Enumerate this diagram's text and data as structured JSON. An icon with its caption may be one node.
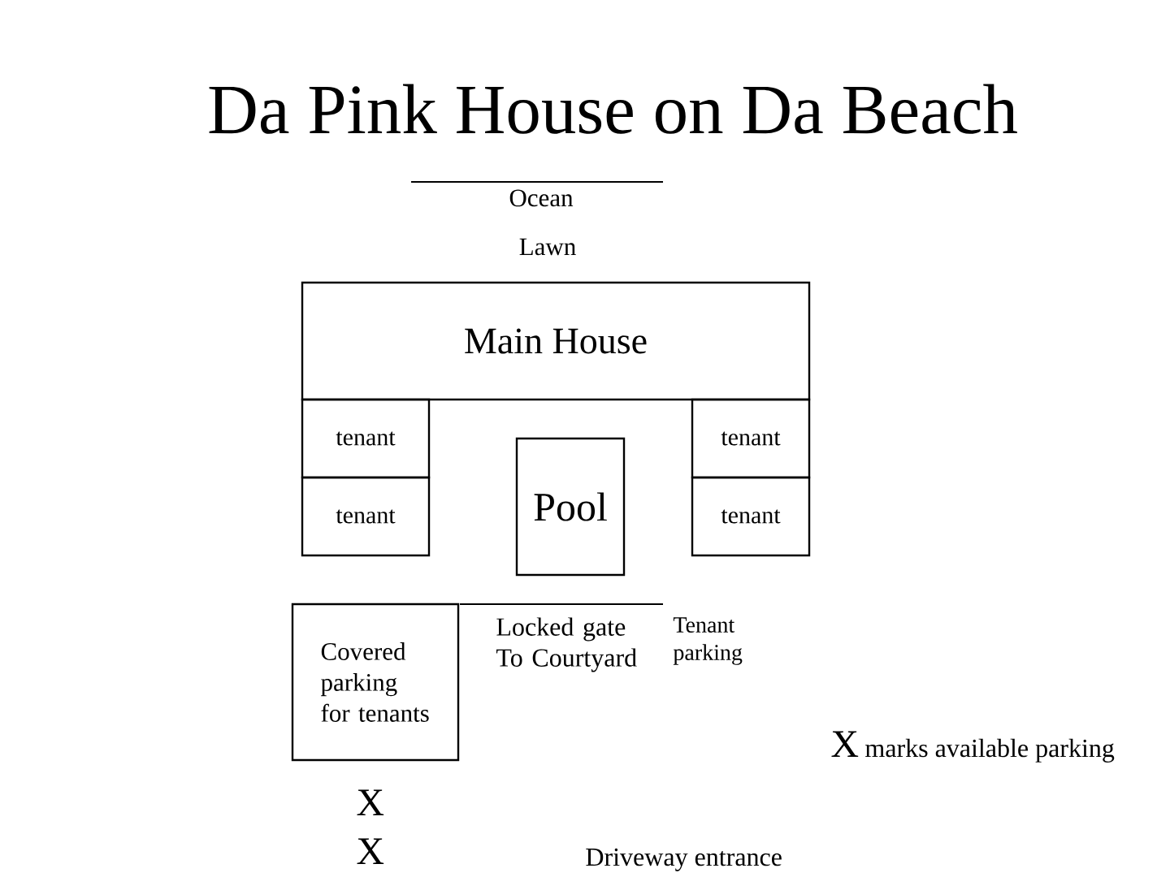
{
  "diagram": {
    "title": "Da Pink House on Da Beach",
    "nodes": [
      {
        "text": [
          "Main House"
        ]
      },
      {
        "text": [
          "tenant"
        ]
      },
      {
        "text": [
          "tenant"
        ]
      },
      {
        "text": [
          "tenant"
        ]
      },
      {
        "text": [
          "Pool"
        ]
      },
      {
        "text": [
          "tenant"
        ]
      },
      {
        "text": [
          "Covered parking for tenants"
        ]
      }
    ],
    "labels": [
      "Ocean",
      "Lawn",
      "Locked gate To Courtyard",
      "Tenant parking",
      "X",
      "marks available parking",
      "X",
      "X",
      "Driveway entrance"
    ]
  }
}
